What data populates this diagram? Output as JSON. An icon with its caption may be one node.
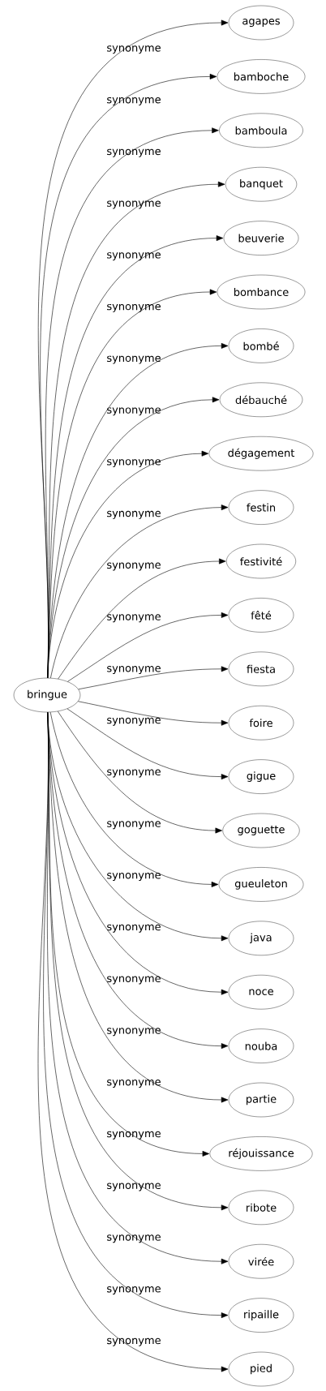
{
  "diagram": {
    "nodes": [
      {
        "text": [
          "bringue"
        ]
      },
      {
        "text": [
          "agapes"
        ]
      },
      {
        "text": [
          "bamboche"
        ]
      },
      {
        "text": [
          "bamboula"
        ]
      },
      {
        "text": [
          "banquet"
        ]
      },
      {
        "text": [
          "beuverie"
        ]
      },
      {
        "text": [
          "bombance"
        ]
      },
      {
        "text": [
          "bombé"
        ]
      },
      {
        "text": [
          "débauché"
        ]
      },
      {
        "text": [
          "dégagement"
        ]
      },
      {
        "text": [
          "festin"
        ]
      },
      {
        "text": [
          "festivité"
        ]
      },
      {
        "text": [
          "fêté"
        ]
      },
      {
        "text": [
          "fiesta"
        ]
      },
      {
        "text": [
          "foire"
        ]
      },
      {
        "text": [
          "gigue"
        ]
      },
      {
        "text": [
          "goguette"
        ]
      },
      {
        "text": [
          "gueuleton"
        ]
      },
      {
        "text": [
          "java"
        ]
      },
      {
        "text": [
          "noce"
        ]
      },
      {
        "text": [
          "nouba"
        ]
      },
      {
        "text": [
          "partie"
        ]
      },
      {
        "text": [
          "réjouissance"
        ]
      },
      {
        "text": [
          "ribote"
        ]
      },
      {
        "text": [
          "virée"
        ]
      },
      {
        "text": [
          "ripaille"
        ]
      },
      {
        "text": [
          "pied"
        ]
      }
    ],
    "edges": [
      {
        "from": 0,
        "to": 1,
        "arrow": "to",
        "label": "synonyme"
      },
      {
        "from": 0,
        "to": 2,
        "arrow": "to",
        "label": "synonyme"
      },
      {
        "from": 0,
        "to": 3,
        "arrow": "to",
        "label": "synonyme"
      },
      {
        "from": 0,
        "to": 4,
        "arrow": "to",
        "label": "synonyme"
      },
      {
        "from": 0,
        "to": 5,
        "arrow": "to",
        "label": "synonyme"
      },
      {
        "from": 0,
        "to": 6,
        "arrow": "to",
        "label": "synonyme"
      },
      {
        "from": 0,
        "to": 7,
        "arrow": "to",
        "label": "synonyme"
      },
      {
        "from": 0,
        "to": 8,
        "arrow": "to",
        "label": "synonyme"
      },
      {
        "from": 0,
        "to": 9,
        "arrow": "to",
        "label": "synonyme"
      },
      {
        "from": 0,
        "to": 10,
        "arrow": "to",
        "label": "synonyme"
      },
      {
        "from": 0,
        "to": 11,
        "arrow": "to",
        "label": "synonyme"
      },
      {
        "from": 0,
        "to": 12,
        "arrow": "to",
        "label": "synonyme"
      },
      {
        "from": 0,
        "to": 13,
        "arrow": "to",
        "label": "synonyme"
      },
      {
        "from": 0,
        "to": 14,
        "arrow": "to",
        "label": "synonyme"
      },
      {
        "from": 0,
        "to": 15,
        "arrow": "to",
        "label": "synonyme"
      },
      {
        "from": 0,
        "to": 16,
        "arrow": "to",
        "label": "synonyme"
      },
      {
        "from": 0,
        "to": 17,
        "arrow": "to",
        "label": "synonyme"
      },
      {
        "from": 0,
        "to": 18,
        "arrow": "to",
        "label": "synonyme"
      },
      {
        "from": 0,
        "to": 19,
        "arrow": "to",
        "label": "synonyme"
      },
      {
        "from": 0,
        "to": 20,
        "arrow": "to",
        "label": "synonyme"
      },
      {
        "from": 0,
        "to": 21,
        "arrow": "to",
        "label": "synonyme"
      },
      {
        "from": 0,
        "to": 22,
        "arrow": "to",
        "label": "synonyme"
      },
      {
        "from": 0,
        "to": 23,
        "arrow": "to",
        "label": "synonyme"
      },
      {
        "from": 0,
        "to": 24,
        "arrow": "to",
        "label": "synonyme"
      },
      {
        "from": 0,
        "to": 25,
        "arrow": "to",
        "label": "synonyme"
      },
      {
        "from": 0,
        "to": 26,
        "arrow": "to",
        "label": "synonyme"
      }
    ]
  }
}
